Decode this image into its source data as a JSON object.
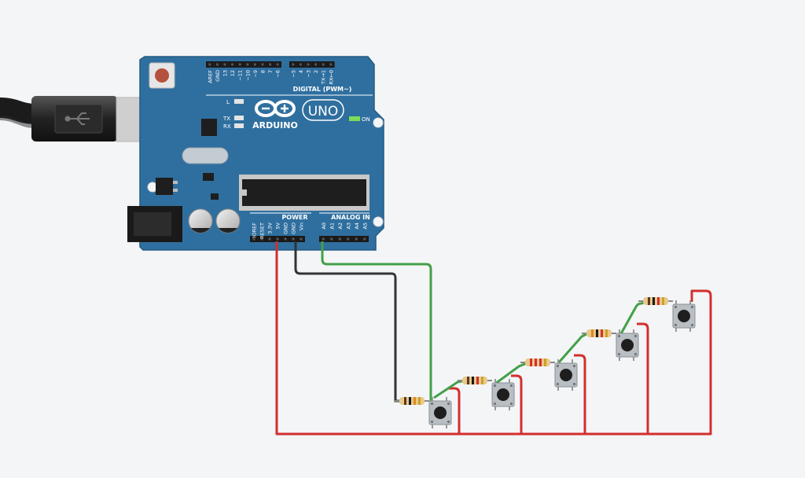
{
  "board": {
    "brand": "ARDUINO",
    "model": "UNO",
    "digital_header": "DIGITAL (PWM~)",
    "power_header": "POWER",
    "analog_header": "ANALOG IN",
    "on_label": "ON",
    "led_l": "L",
    "led_tx": "TX",
    "led_rx": "RX",
    "digital_pins": [
      "AREF",
      "GND",
      "13",
      "12",
      "~11",
      "~10",
      "~9",
      "8",
      "7",
      "~6",
      "~5",
      "4",
      "~3",
      "2",
      "TX→1",
      "RX←0"
    ],
    "power_pins": [
      "IOREF",
      "RESET",
      "3.3V",
      "5V",
      "GND",
      "GND",
      "Vin"
    ],
    "analog_pins": [
      "A0",
      "A1",
      "A2",
      "A3",
      "A4",
      "A5"
    ]
  },
  "colors": {
    "board": "#2f6f9f",
    "wire_5v": "#d32f2f",
    "wire_gnd": "#333333",
    "wire_signal": "#43a047"
  },
  "components": {
    "buttons": 5,
    "resistors": 5
  }
}
